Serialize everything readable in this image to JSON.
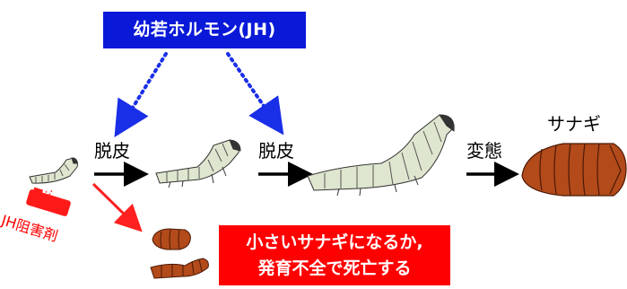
{
  "hormone_label": "幼若ホルモン(JH)",
  "molt_label_1": "脱皮",
  "molt_label_2": "脱皮",
  "metamorphosis_label": "変態",
  "pupa_label": "サナギ",
  "inhibitor_label": "JH阻害剤",
  "result_line_1": "小さいサナギになるか,",
  "result_line_2": "発育不全で死亡する",
  "colors": {
    "hormone_box": "#0a19d8",
    "hormone_arrow": "#1a2fe8",
    "result_box": "#ff0000",
    "inhibitor": "#ff0000",
    "larva_body": "#dfe6cf",
    "pupa_body": "#b34a1a"
  }
}
